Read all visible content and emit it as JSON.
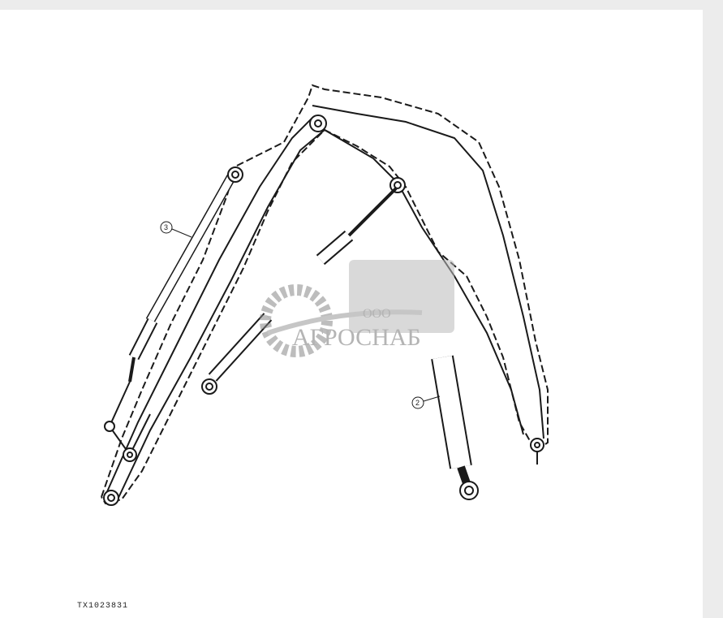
{
  "figure": {
    "callouts": [
      {
        "id": "callout-3",
        "label": "3"
      },
      {
        "id": "callout-2",
        "label": "2"
      }
    ],
    "figure_code": "TX1023831",
    "watermark": {
      "company_prefix": "ООО",
      "company_name": "АГРОСНАБ"
    },
    "colors": {
      "line": "#1a1a1a",
      "watermark": "#9a9a9a",
      "background": "#ffffff"
    }
  }
}
